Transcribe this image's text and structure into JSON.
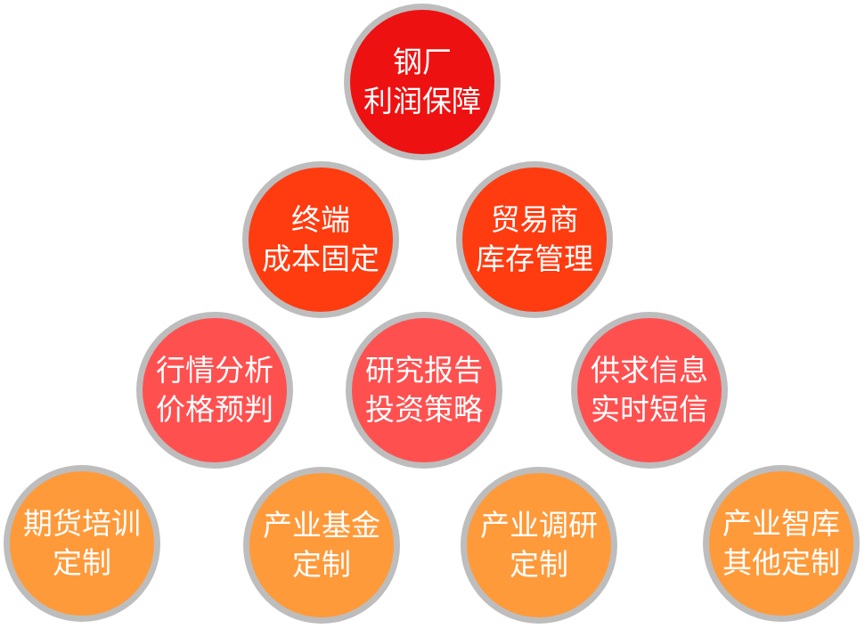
{
  "nodes": {
    "steel_mill_profit": {
      "line1": "钢厂",
      "line2": "利润保障"
    },
    "terminal_cost": {
      "line1": "终端",
      "line2": "成本固定"
    },
    "trader_inventory": {
      "line1": "贸易商",
      "line2": "库存管理"
    },
    "market_forecast": {
      "line1": "行情分析",
      "line2": "价格预判"
    },
    "research_strategy": {
      "line1": "研究报告",
      "line2": "投资策略"
    },
    "supply_sms": {
      "line1": "供求信息",
      "line2": "实时短信"
    },
    "futures_training": {
      "line1": "期货培训",
      "line2": "定制"
    },
    "industry_fund": {
      "line1": "产业基金",
      "line2": "定制"
    },
    "industry_research": {
      "line1": "产业调研",
      "line2": "定制"
    },
    "industry_think_tank": {
      "line1": "产业智库",
      "line2": "其他定制"
    }
  },
  "colors": {
    "ring": "#bdbdbd",
    "tier1": "#ee1111",
    "tier2": "#ff3b10",
    "tier3": "#ff5050",
    "tier4": "#ff9a3a",
    "text": "#ffffff"
  }
}
